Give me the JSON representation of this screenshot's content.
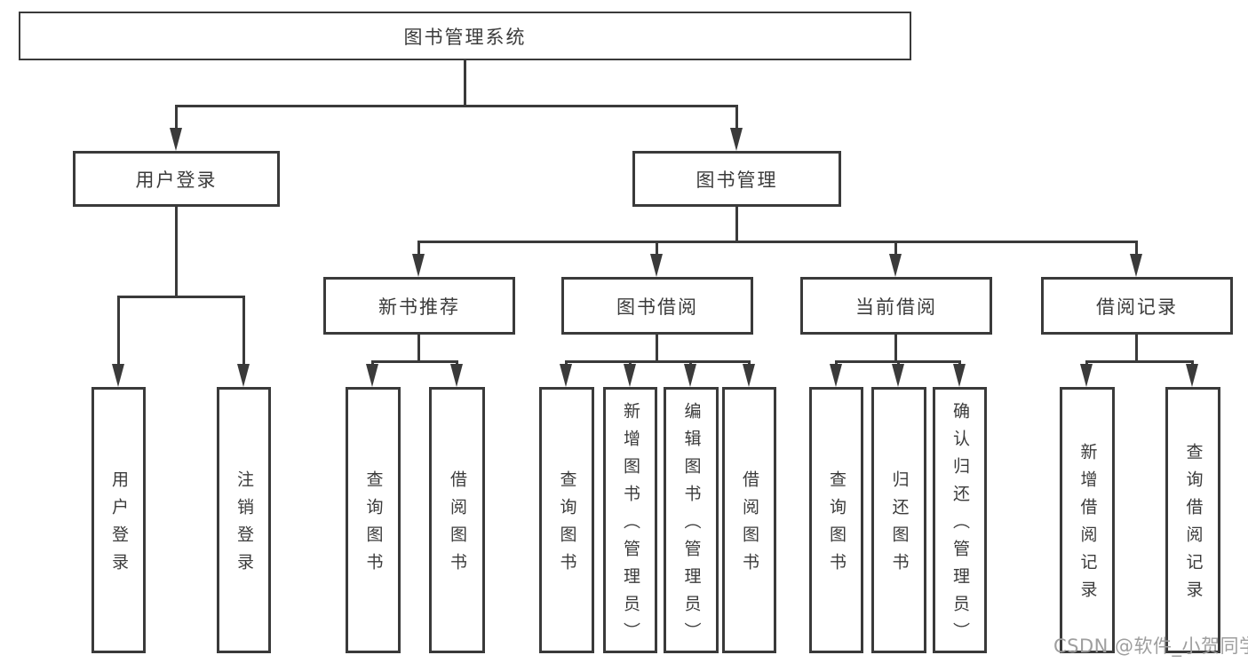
{
  "diagram": {
    "root_label": "图书管理系统",
    "user_login": {
      "label": "用户登录",
      "leaves": [
        "用户登录",
        "注销登录"
      ]
    },
    "book_mgmt": {
      "label": "图书管理",
      "sections": [
        {
          "label": "新书推荐",
          "leaves": [
            "查询图书",
            "借阅图书"
          ]
        },
        {
          "label": "图书借阅",
          "leaves": [
            "查询图书",
            "新增图书（管理员）",
            "编辑图书（管理员）",
            "借阅图书"
          ]
        },
        {
          "label": "当前借阅",
          "leaves": [
            "查询图书",
            "归还图书",
            "确认归还（管理员）"
          ]
        },
        {
          "label": "借阅记录",
          "leaves": [
            "新增借阅记录",
            "查询借阅记录"
          ]
        }
      ]
    }
  },
  "watermark": "CSDN @软件_小贺同学",
  "colors": {
    "line": "#3a3a3a",
    "text": "#3b3b3b",
    "watermark": "#9e9e9e",
    "background": "#ffffff"
  }
}
